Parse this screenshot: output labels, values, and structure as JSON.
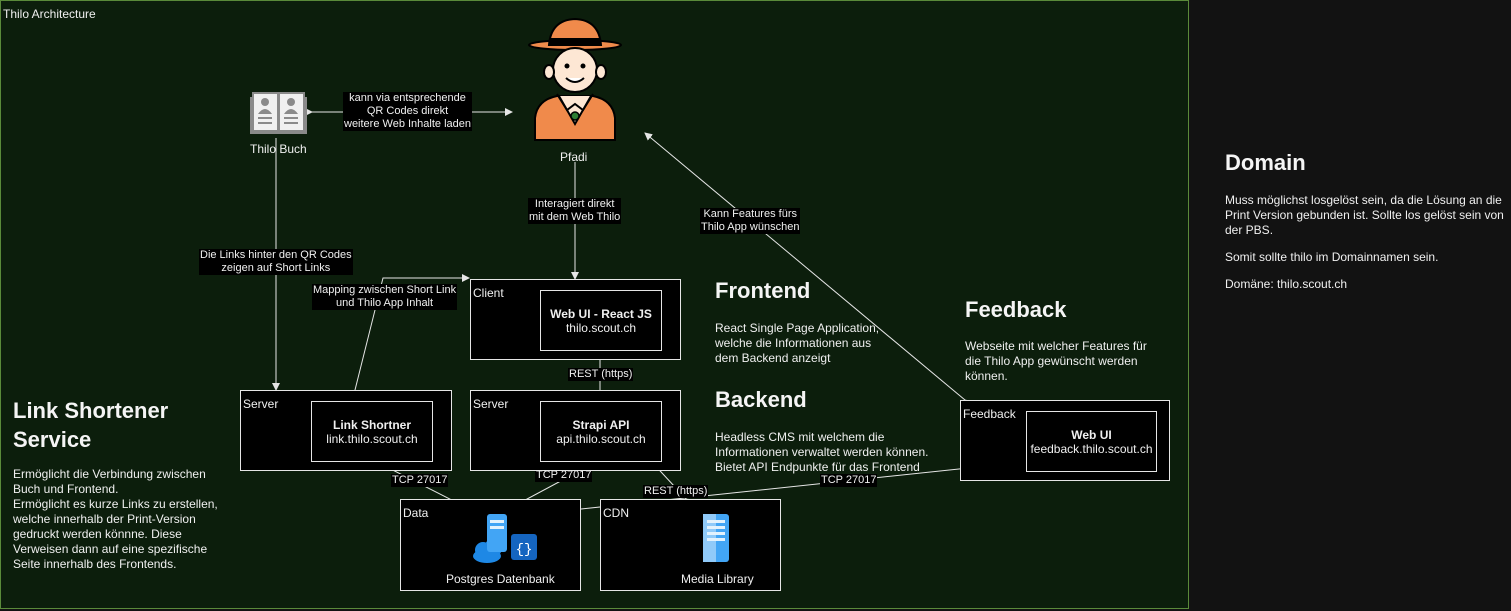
{
  "group_title": "Thilo Architecture",
  "actors": {
    "pfadi": {
      "label": "Pfadi",
      "icon": "scout-person-icon"
    },
    "book": {
      "label": "Thilo Buch",
      "icon": "contacts-book-icon"
    }
  },
  "containers": {
    "client": {
      "label": "Client",
      "node_title": "Web UI - React JS",
      "node_sub": "thilo.scout.ch"
    },
    "server_api": {
      "label": "Server",
      "node_title": "Strapi API",
      "node_sub": "api.thilo.scout.ch"
    },
    "server_link": {
      "label": "Server",
      "node_title": "Link Shortner",
      "node_sub": "link.thilo.scout.ch"
    },
    "feedback": {
      "label": "Feedback",
      "node_title": "Web UI",
      "node_sub": "feedback.thilo.scout.ch"
    },
    "data": {
      "label": "Data",
      "caption": "Postgres Datenbank",
      "icon": "database-server-icon"
    },
    "cdn": {
      "label": "CDN",
      "caption": "Media Library",
      "icon": "server-icon"
    }
  },
  "edge_labels": {
    "book_pfadi": [
      "kann via entsprechende",
      "QR Codes direkt",
      "weitere Web Inhalte laden"
    ],
    "pfadi_client": [
      "Interagiert direkt",
      "mit dem Web Thilo"
    ],
    "feedback_wish": [
      "Kann Features fürs",
      "Thilo App wünschen"
    ],
    "qr_links": [
      "Die Links hinter den QR Codes",
      "zeigen auf Short Links"
    ],
    "mapping": [
      "Mapping zwischen Short Link",
      "und Thilo App Inhalt"
    ],
    "rest_client_api": "REST (https)",
    "rest_api_cdn": "REST (https)",
    "tcp_link": "TCP 27017",
    "tcp_api": "TCP 27017",
    "tcp_feedback": "TCP 27017"
  },
  "sections": {
    "frontend": {
      "title": "Frontend",
      "text": [
        "React Single Page Application,",
        "welche die Informationen aus",
        "dem Backend anzeigt"
      ]
    },
    "backend": {
      "title": "Backend",
      "text": [
        "Headless CMS mit welchem die",
        "Informationen verwaltet werden können.",
        "Bietet API Endpunkte für das Frontend"
      ]
    },
    "feedback": {
      "title": "Feedback",
      "text": [
        "Webseite mit welcher Features für",
        "die Thilo App gewünscht werden",
        "können."
      ]
    },
    "link_shortener": {
      "title_lines": [
        "Link Shortener",
        "Service"
      ],
      "text": [
        "Ermöglicht die Verbindung zwischen",
        "Buch und Frontend.",
        "Ermöglicht es kurze Links zu erstellen,",
        "welche innerhalb der Print-Version",
        "gedruckt werden könnne. Diese",
        "Verweisen dann auf eine spezifische",
        "Seite innerhalb des Frontends."
      ]
    },
    "domain": {
      "title": "Domain",
      "text": [
        "Muss möglichst losgelöst sein, da die Lösung an die",
        "Print Version gebunden ist. Sollte los gelöst sein von",
        "der PBS.",
        "",
        "Somit sollte thilo im Domainnamen sein.",
        "",
        "Domäne: thilo.scout.ch"
      ]
    }
  },
  "colors": {
    "group_bg": "#0c1e0c",
    "group_border": "#5a8a3a",
    "page_bg": "#121212",
    "hat": "#f08a4b",
    "server_blue": "#1e88e5"
  }
}
